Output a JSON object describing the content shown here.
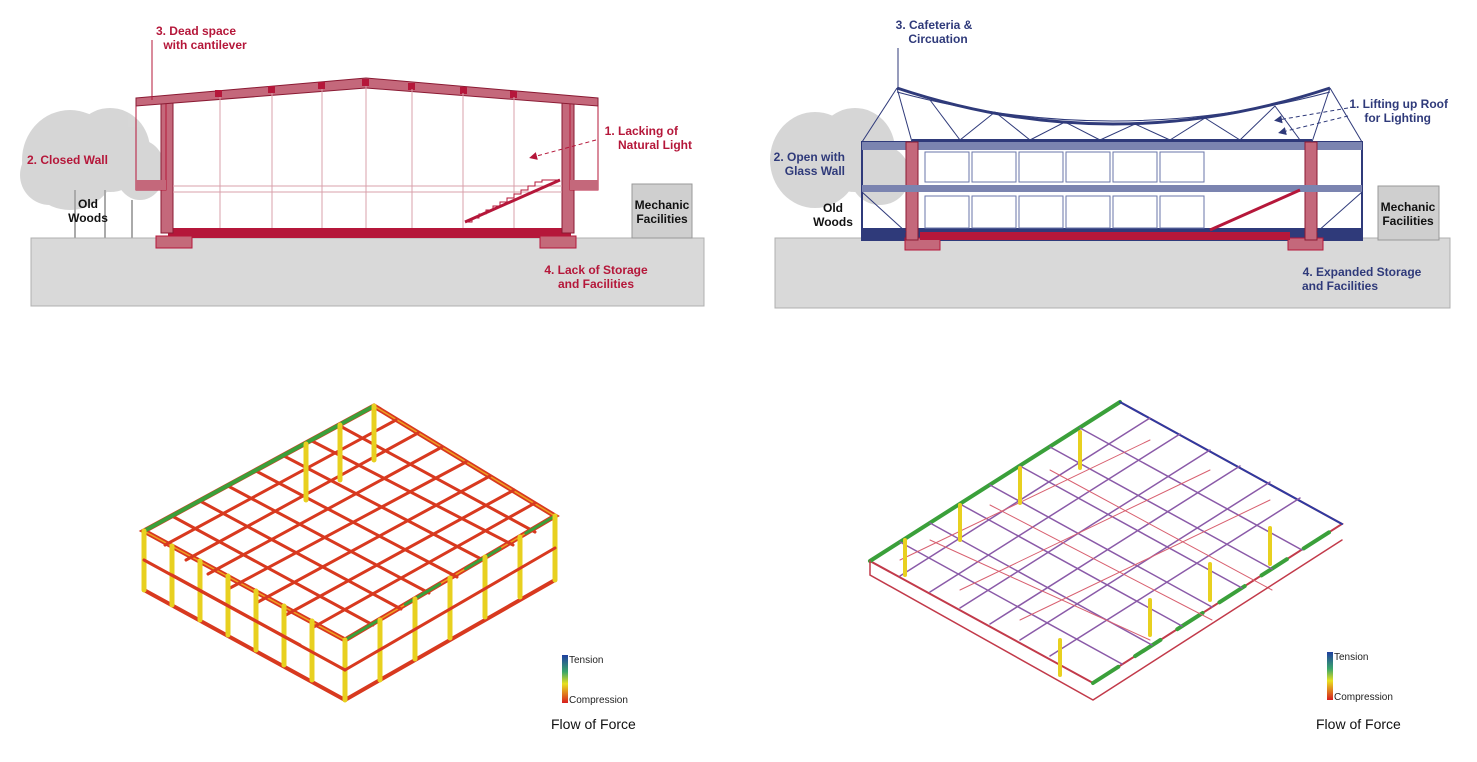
{
  "left_section": {
    "dead_space": [
      "3. Dead space",
      "with cantilever"
    ],
    "closed_wall": "2. Closed Wall",
    "natural_light": [
      "1. Lacking of",
      "Natural Light"
    ],
    "old_woods": [
      "Old",
      "Woods"
    ],
    "mechanic": [
      "Mechanic",
      "Facilities"
    ],
    "storage": [
      "4. Lack of Storage",
      "and Facilities"
    ]
  },
  "right_section": {
    "cafeteria": [
      "3. Cafeteria &",
      "Circuation"
    ],
    "lifting": [
      "1. Lifting up Roof",
      "for Lighting"
    ],
    "glass_wall": [
      "2. Open with",
      "Glass Wall"
    ],
    "old_woods": [
      "Old",
      "Woods"
    ],
    "mechanic": [
      "Mechanic",
      "Facilities"
    ],
    "storage": [
      "4. Expanded Storage",
      "and Facilities"
    ]
  },
  "left_legend": {
    "tension": "Tension",
    "compression": "Compression",
    "title": "Flow of Force"
  },
  "right_legend": {
    "tension": "Tension",
    "compression": "Compression",
    "title": "Flow of Force"
  },
  "colors": {
    "red": "#b5173a",
    "blue": "#2f3a7a",
    "ground": "#d9d9d9"
  }
}
